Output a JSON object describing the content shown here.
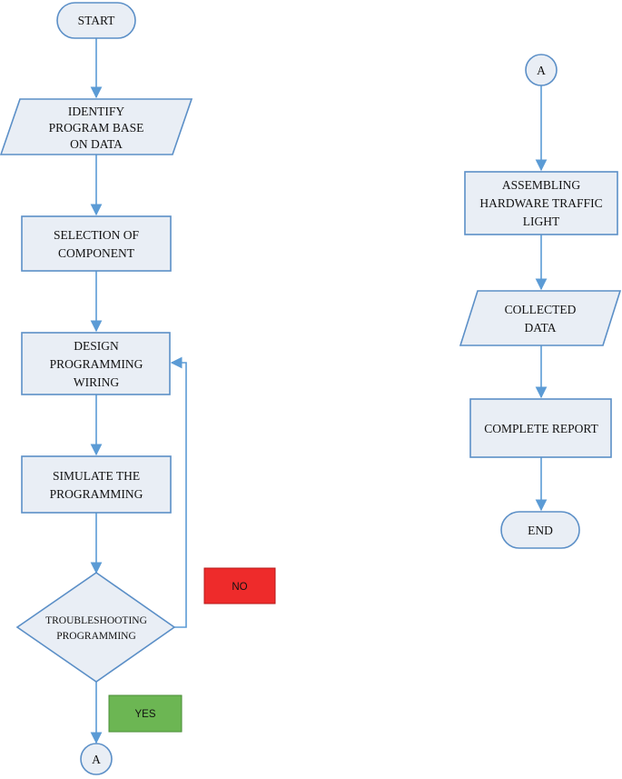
{
  "nodes": {
    "start": {
      "lines": [
        "START"
      ]
    },
    "identify": {
      "lines": [
        "IDENTIFY",
        "PROGRAM BASE",
        "ON DATA"
      ]
    },
    "selection": {
      "lines": [
        "SELECTION OF",
        "COMPONENT"
      ]
    },
    "design": {
      "lines": [
        "DESIGN",
        "PROGRAMMING",
        "WIRING"
      ]
    },
    "simulate": {
      "lines": [
        "SIMULATE THE",
        "PROGRAMMING"
      ]
    },
    "troubleshoot": {
      "lines": [
        "TROUBLESHOOTING",
        "PROGRAMMING"
      ]
    },
    "connector_out": {
      "lines": [
        "A"
      ]
    },
    "connector_in": {
      "lines": [
        "A"
      ]
    },
    "assembling": {
      "lines": [
        "ASSEMBLING",
        "HARDWARE TRAFFIC",
        "LIGHT"
      ]
    },
    "collected": {
      "lines": [
        "COLLECTED",
        "DATA"
      ]
    },
    "report": {
      "lines": [
        "COMPLETE REPORT"
      ]
    },
    "end": {
      "lines": [
        "END"
      ]
    }
  },
  "badges": {
    "no": {
      "label": "NO",
      "color": "#ee2b2b"
    },
    "yes": {
      "label": "YES",
      "color": "#6cb653"
    }
  },
  "colors": {
    "node_fill": "#e9eef5",
    "node_stroke": "#5b8fc7",
    "edge": "#5b9bd5"
  }
}
